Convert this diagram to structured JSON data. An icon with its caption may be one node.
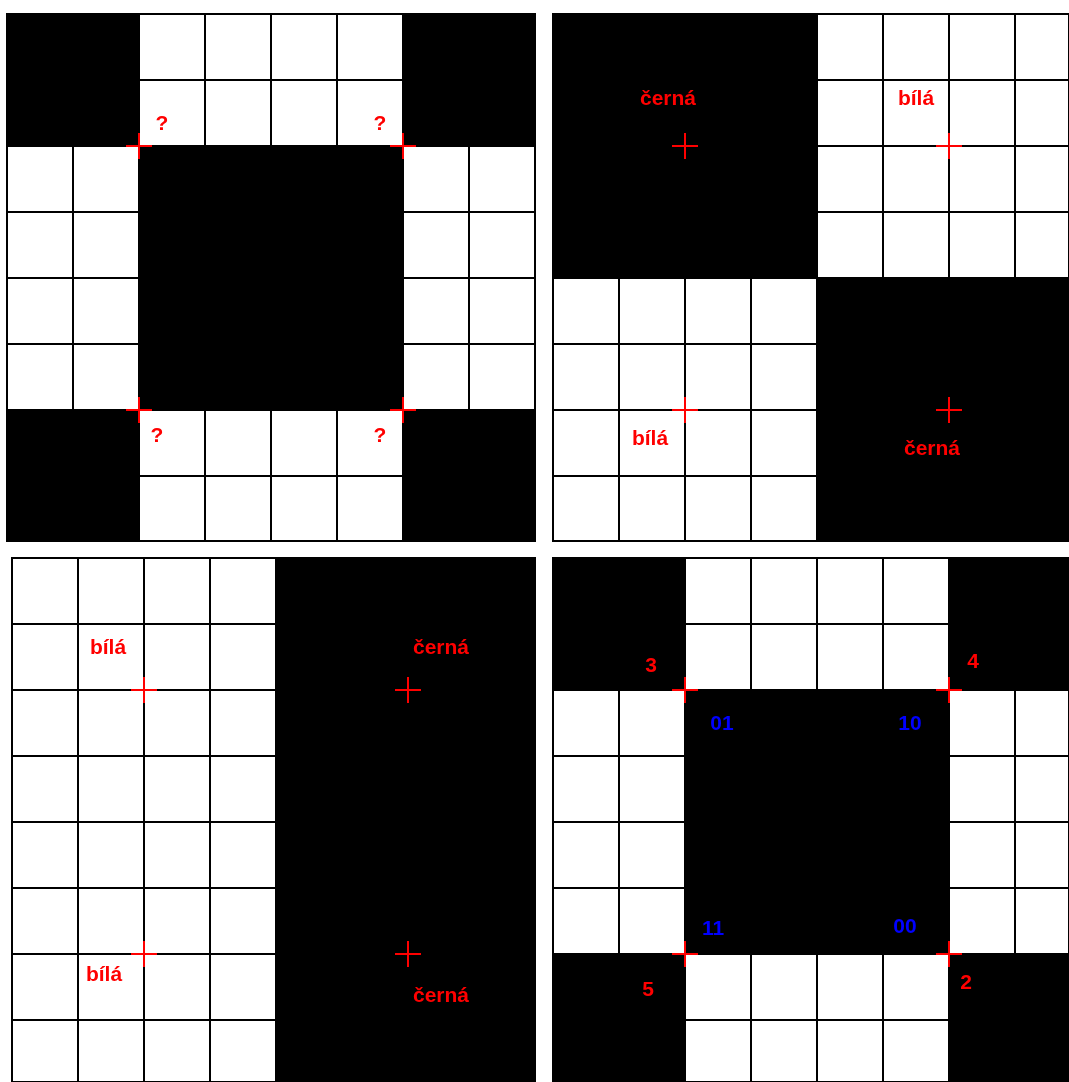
{
  "diagram": {
    "labels": [
      "?",
      "?",
      "?",
      "?",
      "černá",
      "bílá",
      "bílá",
      "černá",
      "bílá",
      "černá",
      "bílá",
      "černá",
      "3",
      "4",
      "01",
      "10",
      "11",
      "00",
      "5",
      "2"
    ]
  }
}
